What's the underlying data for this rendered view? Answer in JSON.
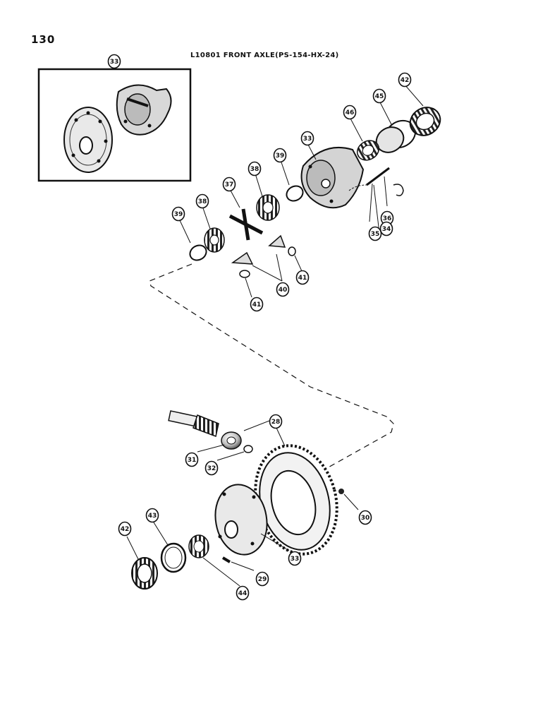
{
  "page": {
    "number": "130",
    "title": "L10801 FRONT AXLE(PS-154-HX-24)"
  },
  "callouts": [
    {
      "id": "inset-33",
      "label": "33"
    },
    {
      "id": "top-42",
      "label": "42"
    },
    {
      "id": "top-45",
      "label": "45"
    },
    {
      "id": "top-46",
      "label": "46"
    },
    {
      "id": "top-33",
      "label": "33"
    },
    {
      "id": "top-39-right",
      "label": "39"
    },
    {
      "id": "top-38-right",
      "label": "38"
    },
    {
      "id": "top-37",
      "label": "37"
    },
    {
      "id": "top-38-left",
      "label": "38"
    },
    {
      "id": "top-39-left",
      "label": "39"
    },
    {
      "id": "top-36",
      "label": "36"
    },
    {
      "id": "top-34",
      "label": "34"
    },
    {
      "id": "top-35",
      "label": "35"
    },
    {
      "id": "top-41-right",
      "label": "41"
    },
    {
      "id": "top-40",
      "label": "40"
    },
    {
      "id": "top-41-left",
      "label": "41"
    },
    {
      "id": "bot-28",
      "label": "28"
    },
    {
      "id": "bot-31",
      "label": "31"
    },
    {
      "id": "bot-32",
      "label": "32"
    },
    {
      "id": "bot-30",
      "label": "30"
    },
    {
      "id": "bot-33",
      "label": "33"
    },
    {
      "id": "bot-42",
      "label": "42"
    },
    {
      "id": "bot-43",
      "label": "43"
    },
    {
      "id": "bot-44",
      "label": "44"
    },
    {
      "id": "bot-29",
      "label": "29"
    }
  ]
}
